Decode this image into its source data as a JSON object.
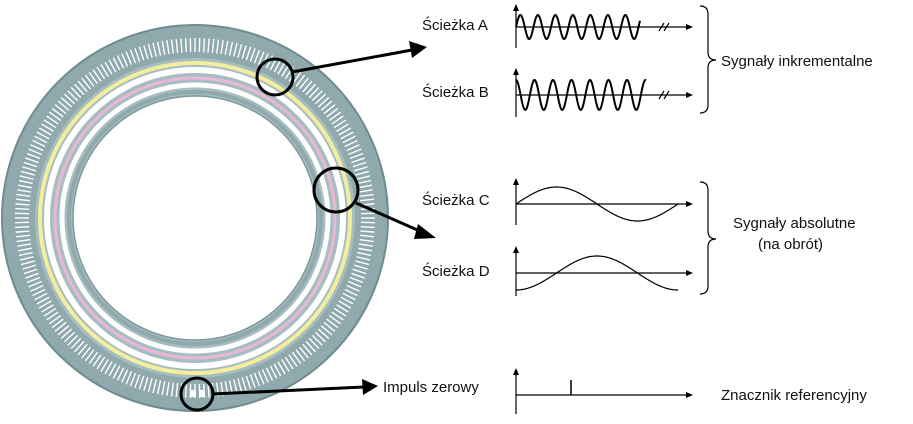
{
  "tracks": {
    "a": "Ścieżka A",
    "b": "Ścieżka B",
    "c": "Ścieżka C",
    "d": "Ścieżka D"
  },
  "zero_pulse": "Impuls zerowy",
  "groups": {
    "incremental": "Sygnały inkrementalne",
    "absolute_line1": "Sygnały absolutne",
    "absolute_line2": "(na obrót)",
    "reference": "Znacznik referencyjny"
  },
  "colors": {
    "disk": "#8fa9ad",
    "disk_dark": "#6f8c91",
    "ticks": "#ffffff",
    "yellow_ring": "#f2ee9e",
    "pink_ring": "#e9b8d6",
    "line": "#000000"
  }
}
